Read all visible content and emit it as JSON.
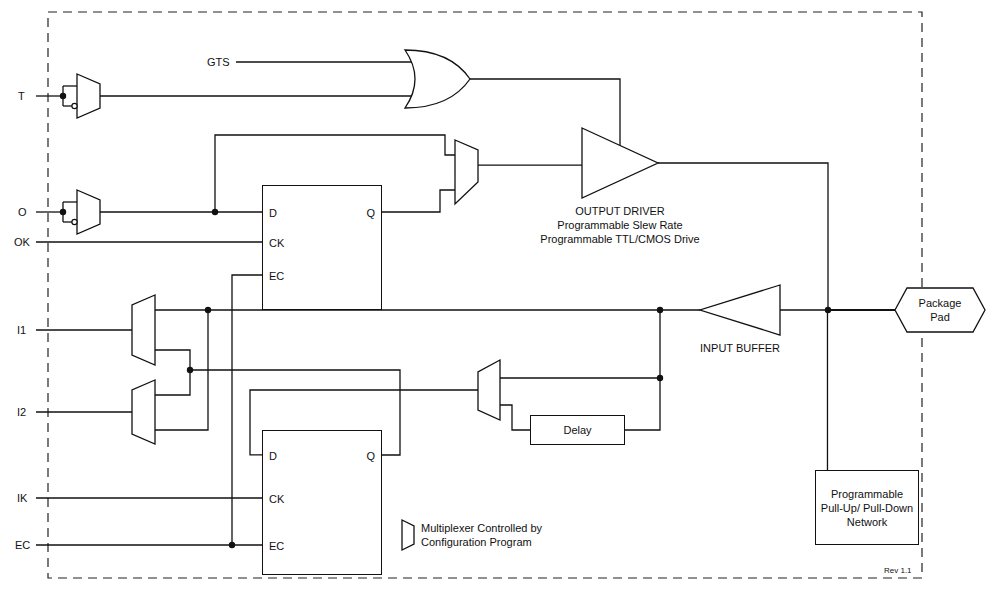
{
  "diagram": {
    "nodes": [
      {
        "text": [
          "D",
          "CK",
          "EC",
          "Q"
        ]
      },
      {
        "text": [
          "OUTPUT DRIVER",
          "Programmable Slew Rate",
          "Programmable TTL/CMOS Drive"
        ]
      },
      {
        "text": [
          "Package Pad"
        ]
      },
      {
        "text": [
          "INPUT BUFFER"
        ]
      },
      {
        "text": [
          "Delay"
        ]
      },
      {
        "text": [
          "D",
          "CK",
          "EC",
          "Q"
        ]
      },
      {
        "text": [
          "Programmable Pull-Up/ Pull-Down Network"
        ]
      }
    ],
    "edges": [
      {
        "from": 0,
        "to": 1,
        "arrow": "none"
      },
      {
        "from": 1,
        "to": 2,
        "arrow": "none"
      },
      {
        "from": 2,
        "to": 3,
        "arrow": "none"
      },
      {
        "from": 6,
        "to": 2,
        "arrow": "none"
      },
      {
        "from": 3,
        "to": 4,
        "arrow": "none"
      },
      {
        "from": 4,
        "to": 5,
        "arrow": "none"
      }
    ],
    "labels": [
      "T",
      "O",
      "OK",
      "I1",
      "I2",
      "IK",
      "EC",
      "GTS",
      "Rev 1.1"
    ],
    "legend": [
      {
        "text": "Multiplexer Controlled by Configuration Program"
      }
    ]
  }
}
